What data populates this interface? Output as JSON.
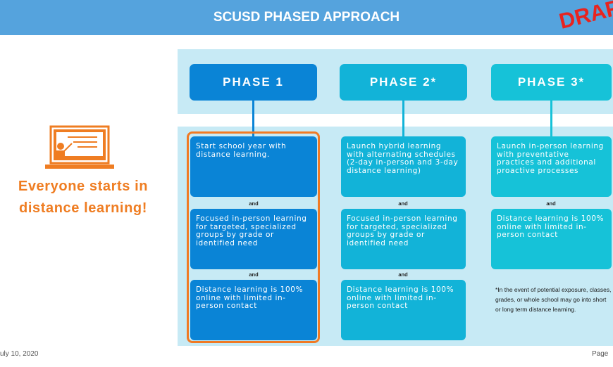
{
  "header": {
    "title": "SCUSD PHASED APPROACH",
    "stamp": "DRAFT"
  },
  "left": {
    "message": "Everyone starts in distance learning!",
    "icon": "teacher-at-board-icon"
  },
  "colors": {
    "header": "#55a3dd",
    "phase1": "#0a84d6",
    "phase2": "#12b3d8",
    "phase3": "#16c2d8",
    "accent": "#ef7d22",
    "band": "#c7eaf5"
  },
  "phases": [
    {
      "title": "PHASE 1",
      "boxes": [
        "Start school year with distance learning.",
        "Focused in-person learning for targeted, specialized groups by grade or identified need",
        "Distance learning is 100% online with limited in-person contact"
      ],
      "connectors": [
        "and",
        "and"
      ]
    },
    {
      "title": "PHASE 2*",
      "boxes": [
        "Launch hybrid learning with alternating schedules (2-day in-person and 3-day distance learning)",
        "Focused in-person learning for targeted, specialized groups by grade or identified need",
        "Distance learning is 100% online with limited in-person contact"
      ],
      "connectors": [
        "and",
        "and"
      ]
    },
    {
      "title": "PHASE 3*",
      "boxes": [
        "Launch in-person learning with preventative practices and additional proactive processes",
        "Distance learning is 100% online with limited in-person contact"
      ],
      "connectors": [
        "and"
      ],
      "note": "*In the event of potential exposure, classes, grades, or whole school may go into short or long term distance learning."
    }
  ],
  "footer": {
    "date": "uly 10, 2020",
    "page": "Page"
  }
}
